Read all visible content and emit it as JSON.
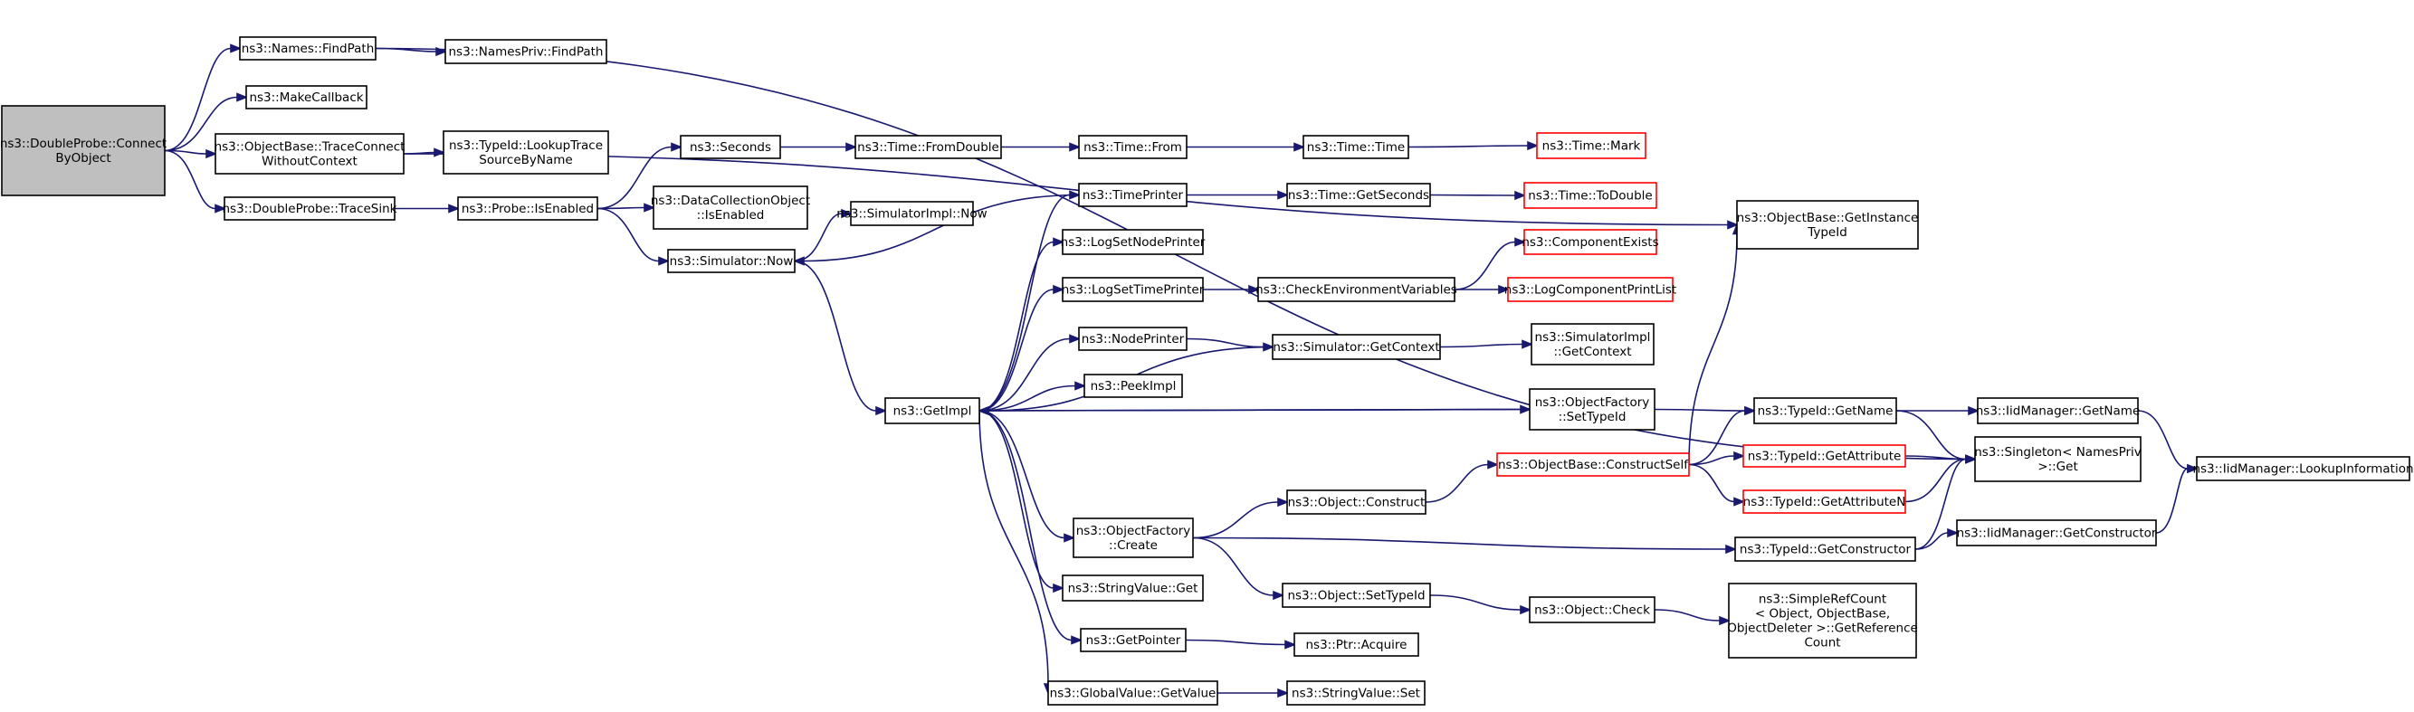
{
  "colors": {
    "edge": "#191970",
    "node_border": "#000000",
    "node_border_truncated": "#ff0000",
    "root_fill": "#bfbfbf",
    "node_fill": "#ffffff"
  },
  "graph": {
    "nodes": [
      {
        "id": "root",
        "lines": [
          "ns3::DoubleProbe::Connect",
          "ByObject"
        ],
        "root": true
      },
      {
        "id": "names_findpath",
        "lines": [
          "ns3::Names::FindPath"
        ]
      },
      {
        "id": "namespriv_findpath",
        "lines": [
          "ns3::NamesPriv::FindPath"
        ]
      },
      {
        "id": "makecallback",
        "lines": [
          "ns3::MakeCallback"
        ]
      },
      {
        "id": "objbase_traceconnect",
        "lines": [
          "ns3::ObjectBase::TraceConnect",
          "WithoutContext"
        ]
      },
      {
        "id": "typeid_lookuptrace",
        "lines": [
          "ns3::TypeId::LookupTrace",
          "SourceByName"
        ]
      },
      {
        "id": "doubleprobe_tracesink",
        "lines": [
          "ns3::DoubleProbe::TraceSink"
        ]
      },
      {
        "id": "probe_isenabled",
        "lines": [
          "ns3::Probe::IsEnabled"
        ]
      },
      {
        "id": "seconds",
        "lines": [
          "ns3::Seconds"
        ]
      },
      {
        "id": "datacollection_isenabled",
        "lines": [
          "ns3::DataCollectionObject",
          "::IsEnabled"
        ]
      },
      {
        "id": "simulator_now",
        "lines": [
          "ns3::Simulator::Now"
        ]
      },
      {
        "id": "simimpl_now",
        "lines": [
          "ns3::SimulatorImpl::Now"
        ]
      },
      {
        "id": "time_fromdouble",
        "lines": [
          "ns3::Time::FromDouble"
        ]
      },
      {
        "id": "time_from",
        "lines": [
          "ns3::Time::From"
        ]
      },
      {
        "id": "time_time",
        "lines": [
          "ns3::Time::Time"
        ]
      },
      {
        "id": "time_mark",
        "lines": [
          "ns3::Time::Mark"
        ],
        "truncated": true
      },
      {
        "id": "timeprinter",
        "lines": [
          "ns3::TimePrinter"
        ]
      },
      {
        "id": "time_getseconds",
        "lines": [
          "ns3::Time::GetSeconds"
        ]
      },
      {
        "id": "time_todouble",
        "lines": [
          "ns3::Time::ToDouble"
        ],
        "truncated": true
      },
      {
        "id": "objbase_getinstancetypeid",
        "lines": [
          "ns3::ObjectBase::GetInstance",
          "TypeId"
        ]
      },
      {
        "id": "logsetnodeprinter",
        "lines": [
          "ns3::LogSetNodePrinter"
        ]
      },
      {
        "id": "logsettimeprinter",
        "lines": [
          "ns3::LogSetTimePrinter"
        ]
      },
      {
        "id": "checkenvvars",
        "lines": [
          "ns3::CheckEnvironmentVariables"
        ]
      },
      {
        "id": "componentexists",
        "lines": [
          "ns3::ComponentExists"
        ],
        "truncated": true
      },
      {
        "id": "logcomponentprintlist",
        "lines": [
          "ns3::LogComponentPrintList"
        ],
        "truncated": true
      },
      {
        "id": "nodeprinter",
        "lines": [
          "ns3::NodePrinter"
        ]
      },
      {
        "id": "simulator_getcontext",
        "lines": [
          "ns3::Simulator::GetContext"
        ]
      },
      {
        "id": "simimpl_getcontext",
        "lines": [
          "ns3::SimulatorImpl",
          "::GetContext"
        ]
      },
      {
        "id": "peekimpl",
        "lines": [
          "ns3::PeekImpl"
        ]
      },
      {
        "id": "getimpl",
        "lines": [
          "ns3::GetImpl"
        ]
      },
      {
        "id": "objfactory_settypeid",
        "lines": [
          "ns3::ObjectFactory",
          "::SetTypeId"
        ]
      },
      {
        "id": "typeid_getname",
        "lines": [
          "ns3::TypeId::GetName"
        ]
      },
      {
        "id": "iidmanager_getname",
        "lines": [
          "ns3::IidManager::GetName"
        ]
      },
      {
        "id": "objbase_constructself",
        "lines": [
          "ns3::ObjectBase::ConstructSelf"
        ],
        "truncated": true
      },
      {
        "id": "typeid_getattribute",
        "lines": [
          "ns3::TypeId::GetAttribute"
        ],
        "truncated": true
      },
      {
        "id": "typeid_getattributen",
        "lines": [
          "ns3::TypeId::GetAttributeN"
        ],
        "truncated": true
      },
      {
        "id": "singleton_get",
        "lines": [
          "ns3::Singleton< NamesPriv",
          " >::Get"
        ]
      },
      {
        "id": "iidmanager_lookupinfo",
        "lines": [
          "ns3::IidManager::LookupInformation"
        ]
      },
      {
        "id": "objfactory_create",
        "lines": [
          "ns3::ObjectFactory",
          "::Create"
        ]
      },
      {
        "id": "object_construct",
        "lines": [
          "ns3::Object::Construct"
        ]
      },
      {
        "id": "typeid_getconstructor",
        "lines": [
          "ns3::TypeId::GetConstructor"
        ]
      },
      {
        "id": "iidmanager_getconstructor",
        "lines": [
          "ns3::IidManager::GetConstructor"
        ]
      },
      {
        "id": "stringvalue_get",
        "lines": [
          "ns3::StringValue::Get"
        ]
      },
      {
        "id": "object_settypeid",
        "lines": [
          "ns3::Object::SetTypeId"
        ]
      },
      {
        "id": "object_check",
        "lines": [
          "ns3::Object::Check"
        ]
      },
      {
        "id": "simplerefcount",
        "lines": [
          "ns3::SimpleRefCount",
          "< Object, ObjectBase,",
          " ObjectDeleter >::GetReference",
          "Count"
        ]
      },
      {
        "id": "getpointer",
        "lines": [
          "ns3::GetPointer"
        ]
      },
      {
        "id": "ptr_acquire",
        "lines": [
          "ns3::Ptr::Acquire"
        ]
      },
      {
        "id": "globalvalue_getvalue",
        "lines": [
          "ns3::GlobalValue::GetValue"
        ]
      },
      {
        "id": "stringvalue_set",
        "lines": [
          "ns3::StringValue::Set"
        ]
      }
    ],
    "edges": [
      [
        "root",
        "names_findpath"
      ],
      [
        "root",
        "makecallback"
      ],
      [
        "root",
        "objbase_traceconnect"
      ],
      [
        "root",
        "doubleprobe_tracesink"
      ],
      [
        "names_findpath",
        "namespriv_findpath"
      ],
      [
        "names_findpath",
        "singleton_get"
      ],
      [
        "objbase_traceconnect",
        "typeid_lookuptrace"
      ],
      [
        "objbase_traceconnect",
        "objbase_getinstancetypeid"
      ],
      [
        "doubleprobe_tracesink",
        "probe_isenabled"
      ],
      [
        "probe_isenabled",
        "seconds"
      ],
      [
        "probe_isenabled",
        "datacollection_isenabled"
      ],
      [
        "probe_isenabled",
        "simulator_now"
      ],
      [
        "seconds",
        "time_fromdouble"
      ],
      [
        "time_fromdouble",
        "time_from"
      ],
      [
        "time_from",
        "time_time"
      ],
      [
        "time_time",
        "time_mark"
      ],
      [
        "simulator_now",
        "simimpl_now"
      ],
      [
        "simulator_now",
        "getimpl"
      ],
      [
        "timeprinter",
        "time_getseconds"
      ],
      [
        "timeprinter",
        "simulator_now"
      ],
      [
        "time_getseconds",
        "time_todouble"
      ],
      [
        "getimpl",
        "timeprinter"
      ],
      [
        "getimpl",
        "logsetnodeprinter"
      ],
      [
        "getimpl",
        "logsettimeprinter"
      ],
      [
        "getimpl",
        "nodeprinter"
      ],
      [
        "getimpl",
        "peekimpl"
      ],
      [
        "getimpl",
        "objfactory_settypeid"
      ],
      [
        "getimpl",
        "objfactory_create"
      ],
      [
        "getimpl",
        "stringvalue_get"
      ],
      [
        "getimpl",
        "getpointer"
      ],
      [
        "getimpl",
        "globalvalue_getvalue"
      ],
      [
        "logsettimeprinter",
        "checkenvvars"
      ],
      [
        "checkenvvars",
        "componentexists"
      ],
      [
        "checkenvvars",
        "logcomponentprintlist"
      ],
      [
        "nodeprinter",
        "simulator_getcontext"
      ],
      [
        "simulator_getcontext",
        "simimpl_getcontext"
      ],
      [
        "simulator_getcontext",
        "getimpl"
      ],
      [
        "objfactory_settypeid",
        "typeid_getname"
      ],
      [
        "objfactory_settypeid",
        "getimpl"
      ],
      [
        "typeid_getname",
        "iidmanager_getname"
      ],
      [
        "typeid_getname",
        "singleton_get"
      ],
      [
        "iidmanager_getname",
        "iidmanager_lookupinfo"
      ],
      [
        "objbase_constructself",
        "objbase_getinstancetypeid"
      ],
      [
        "objbase_constructself",
        "typeid_getname"
      ],
      [
        "objbase_constructself",
        "typeid_getattribute"
      ],
      [
        "objbase_constructself",
        "typeid_getattributen"
      ],
      [
        "typeid_getattribute",
        "singleton_get"
      ],
      [
        "typeid_getattributen",
        "singleton_get"
      ],
      [
        "objfactory_create",
        "object_construct"
      ],
      [
        "objfactory_create",
        "typeid_getconstructor"
      ],
      [
        "objfactory_create",
        "object_settypeid"
      ],
      [
        "object_construct",
        "objbase_constructself"
      ],
      [
        "typeid_getconstructor",
        "singleton_get"
      ],
      [
        "typeid_getconstructor",
        "iidmanager_getconstructor"
      ],
      [
        "iidmanager_getconstructor",
        "iidmanager_lookupinfo"
      ],
      [
        "object_settypeid",
        "object_check"
      ],
      [
        "object_check",
        "simplerefcount"
      ],
      [
        "getpointer",
        "ptr_acquire"
      ],
      [
        "globalvalue_getvalue",
        "stringvalue_set"
      ]
    ]
  }
}
